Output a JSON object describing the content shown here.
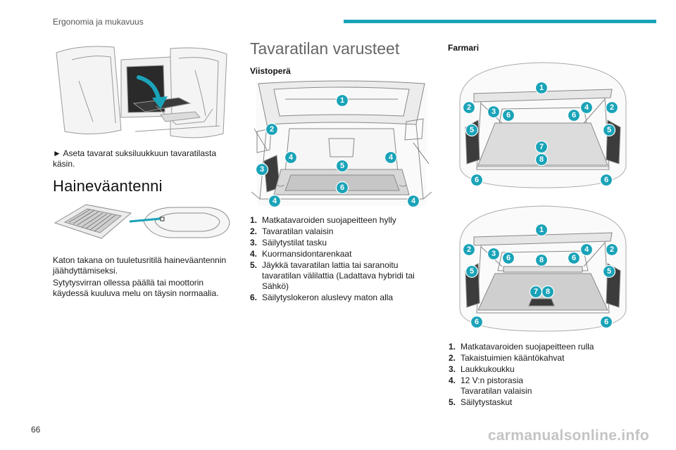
{
  "header": {
    "section": "Ergonomia ja mukavuus",
    "accent": "#1aa3b8"
  },
  "left": {
    "instruction": "► Aseta tavarat suksiluukkuun tavaratilasta käsin.",
    "heading": "Haineväantenni",
    "paragraph1": "Katon takana on tuuletusritilä haineväantennin jäähdyttämiseksi.",
    "paragraph2": "Sytytysvirran ollessa päällä tai moottorin käydessä kuuluva melu on täysin normaalia."
  },
  "middle": {
    "heading": "Tavaratilan varusteet",
    "subheading": "Viistoperä",
    "items": [
      {
        "num": "1.",
        "text": "Matkatavaroiden suojapeitteen hylly"
      },
      {
        "num": "2.",
        "text": "Tavaratilan valaisin"
      },
      {
        "num": "3.",
        "text": "Säilytystilat tasku"
      },
      {
        "num": "4.",
        "text": "Kuormansidontarenkaat"
      },
      {
        "num": "5.",
        "text": "Jäykkä tavaratilan lattia tai saranoitu tavaratilan välilattia (Ladattava hybridi tai Sähkö)"
      },
      {
        "num": "6.",
        "text": "Säilytyslokeron aluslevy maton alla"
      }
    ]
  },
  "right": {
    "subheading": "Farmari",
    "items": [
      {
        "num": "1.",
        "text": "Matkatavaroiden suojapeitteen rulla"
      },
      {
        "num": "2.",
        "text": "Takaistuimien kääntökahvat"
      },
      {
        "num": "3.",
        "text": "Laukkukoukku"
      },
      {
        "num": "4.",
        "text": "12 V:n pistorasia",
        "text2": "Tavaratilan valaisin"
      },
      {
        "num": "5.",
        "text": "Säilytystaskut"
      }
    ]
  },
  "callout_color": "#1aa3b8",
  "callouts": {
    "one": "1",
    "two": "2",
    "three": "3",
    "four": "4",
    "five": "5",
    "six": "6",
    "seven": "7",
    "eight": "8"
  },
  "footer": {
    "page_number": "66",
    "watermark": "carmanualsonline.info"
  }
}
